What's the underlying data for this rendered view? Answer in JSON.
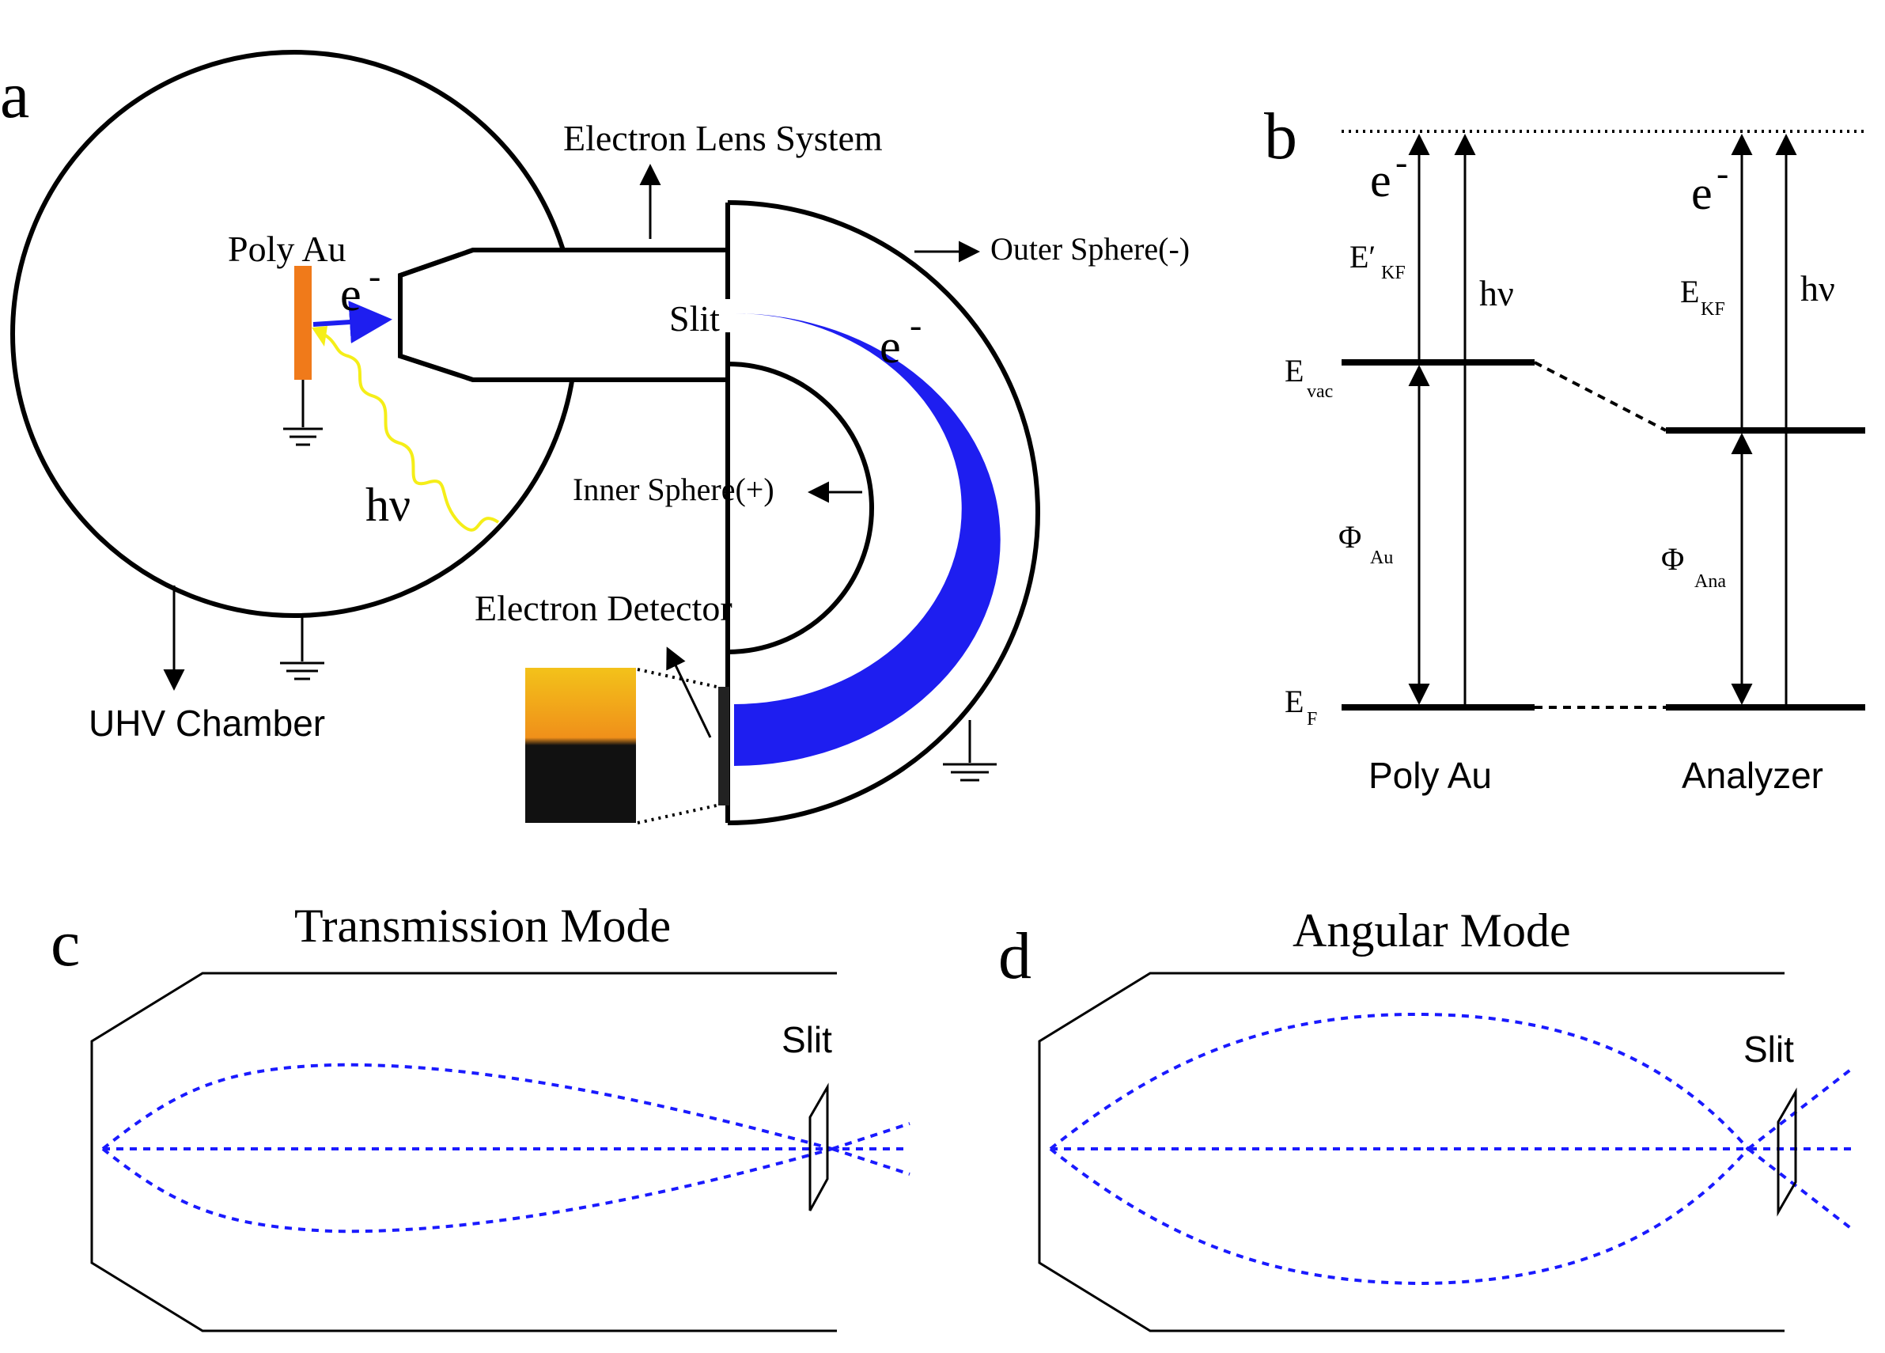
{
  "colors": {
    "electron_beam": "#1e1ef0",
    "sample": "#f07a1a",
    "photon": "#f5ee18",
    "ray": "#1a1aff",
    "detector_top": "#f2a21a",
    "detector_bottom": "#111111"
  },
  "panel_a": {
    "letter": "a",
    "poly_au": "Poly Au",
    "electron_sample": "e",
    "electron_sample_sup": "-",
    "photon": "hν",
    "lens_system": "Electron Lens System",
    "outer_sphere": "Outer Sphere(-)",
    "slit": "Slit",
    "electron_analyzer": "e",
    "electron_analyzer_sup": "-",
    "inner_sphere": "Inner Sphere(+)",
    "detector": "Electron Detector",
    "chamber": "UHV Chamber"
  },
  "panel_b": {
    "letter": "b",
    "e_left": "e",
    "e_left_sup": "-",
    "e_right": "e",
    "e_right_sup": "-",
    "ekf_prime": "E′",
    "ekf_prime_sub": "KF",
    "ekf": "E",
    "ekf_sub": "KF",
    "hv_left": "hν",
    "hv_right": "hν",
    "evac": "E",
    "evac_sub": "vac",
    "phi_au": "Φ",
    "phi_au_sub": "Au",
    "phi_ana": "Φ",
    "phi_ana_sub": "Ana",
    "ef": "E",
    "ef_sub": "F",
    "poly_au": "Poly Au",
    "analyzer": "Analyzer"
  },
  "panel_c": {
    "letter": "c",
    "title": "Transmission Mode",
    "slit": "Slit"
  },
  "panel_d": {
    "letter": "d",
    "title": "Angular Mode",
    "slit": "Slit"
  }
}
